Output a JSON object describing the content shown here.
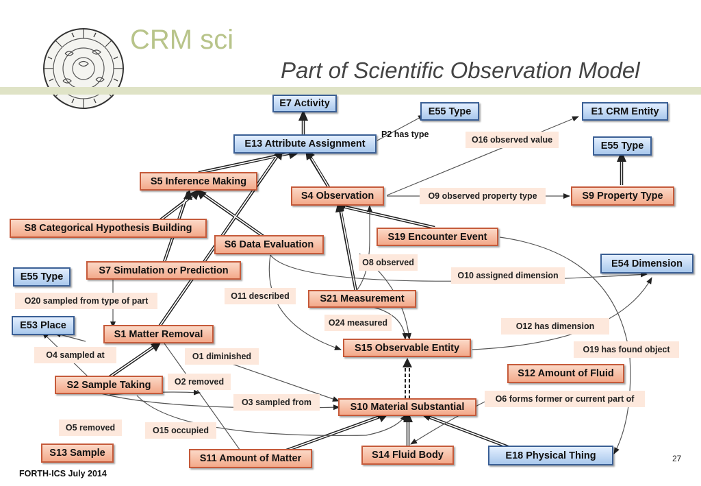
{
  "title": "CRM sci",
  "subtitle": "Part of Scientific Observation Model",
  "footer": "FORTH-ICS July 2014",
  "page_number": "27",
  "nodes": {
    "e7": "E7 Activity",
    "e55_top": "E55 Type",
    "e1": "E1 CRM Entity",
    "e13": "E13 Attribute Assignment",
    "e55_right": "E55 Type",
    "s5": "S5 Inference Making",
    "s4": "S4 Observation",
    "s9": "S9 Property Type",
    "s8": "S8 Categorical Hypothesis Building",
    "s6": "S6 Data Evaluation",
    "s19": "S19 Encounter Event",
    "e54": "E54 Dimension",
    "e55_left": "E55 Type",
    "s7": "S7 Simulation or Prediction",
    "s21": "S21 Measurement",
    "e53": "E53 Place",
    "s1": "S1 Matter Removal",
    "s15": "S15 Observable Entity",
    "s12": "S12 Amount of Fluid",
    "s2": "S2 Sample Taking",
    "s10": "S10 Material Substantial",
    "s13": "S13 Sample",
    "s11": "S11 Amount of Matter",
    "s14": "S14 Fluid Body",
    "e18": "E18 Physical Thing"
  },
  "labels": {
    "p2": "P2 has type",
    "o16": "O16 observed value",
    "o9": "O9 observed property type",
    "o8": "O8 observed",
    "o10": "O10 assigned dimension",
    "o20": "O20 sampled from type of part",
    "o11": "O11 described",
    "o24": "O24 measured",
    "o12": "O12 has dimension",
    "o4": "O4 sampled at",
    "o1": "O1 diminished",
    "o19": "O19 has found object",
    "o2": "O2 removed",
    "o3": "O3 sampled from",
    "o6": "O6 forms former or current part of",
    "o5": "O5 removed",
    "o15": "O15 occupied"
  },
  "colors": {
    "s_class_fill": "#f3a98a",
    "e_class_fill": "#a9c8ec",
    "label_fill": "#fde8dc",
    "title_color": "#b8c48a"
  },
  "icons": {
    "logo": "phaistos-disc-seal"
  }
}
